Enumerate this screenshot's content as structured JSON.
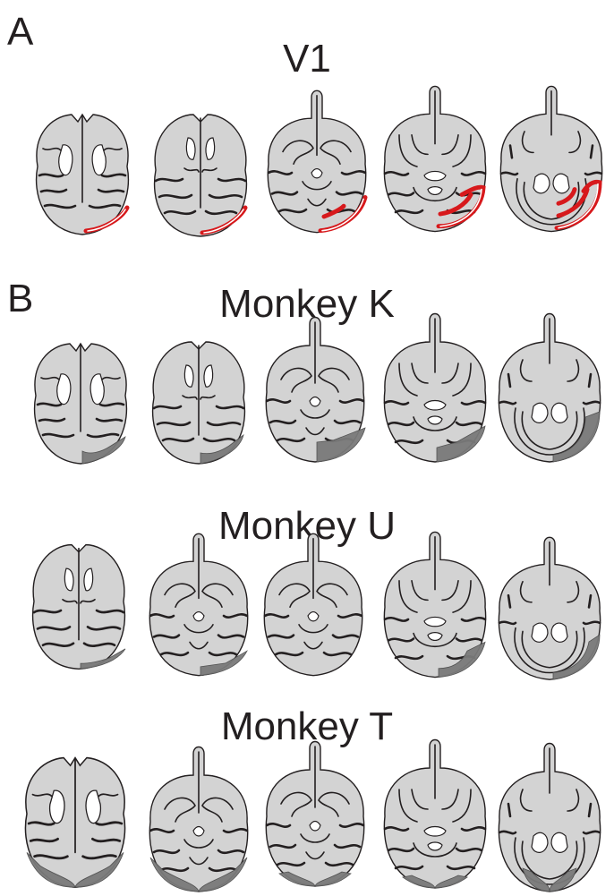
{
  "panels": {
    "a": {
      "letter": "A",
      "title": "V1"
    },
    "b": {
      "letter": "B"
    }
  },
  "rows": [
    {
      "title": "",
      "highlight": "V1",
      "highlight_color": "#d7191c"
    },
    {
      "title": "Monkey K",
      "highlight": "grey",
      "highlight_color": "#7a7a7a"
    },
    {
      "title": "Monkey U",
      "highlight": "grey",
      "highlight_color": "#7a7a7a"
    },
    {
      "title": "Monkey T",
      "highlight": "grey",
      "highlight_color": "#7a7a7a"
    }
  ],
  "colors": {
    "brain_fill": "#d3d3d3",
    "outline": "#231f20",
    "v1": "#d7191c",
    "region": "#7a7a7a"
  }
}
